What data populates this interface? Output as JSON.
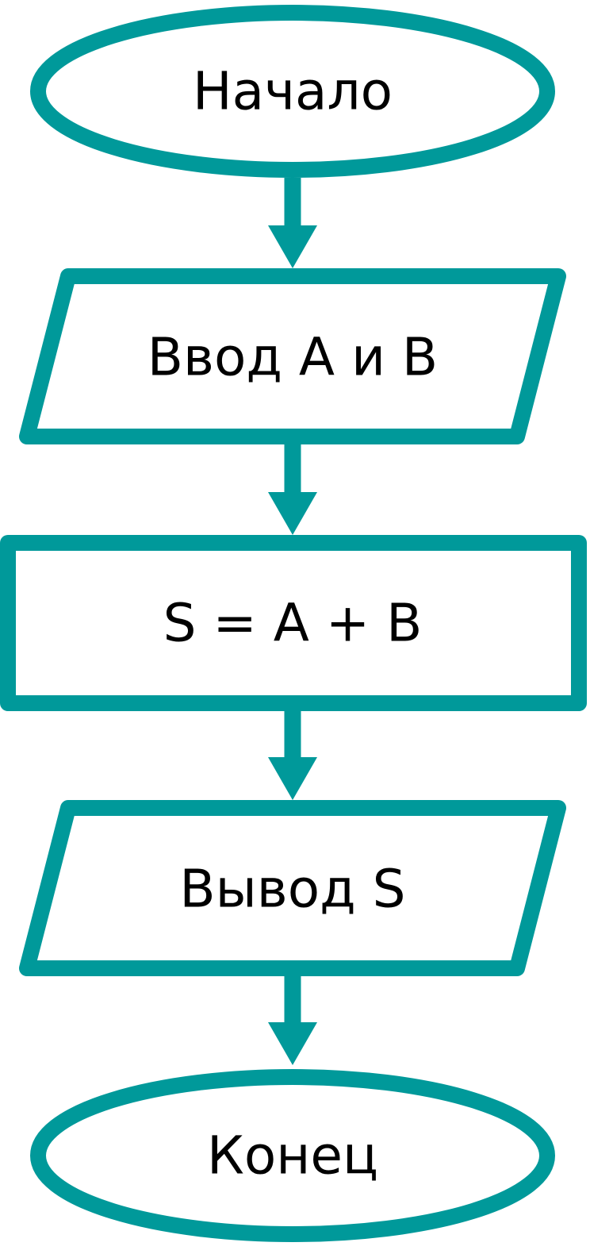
{
  "diagram": {
    "type": "flowchart",
    "colors": {
      "stroke": "#00999a",
      "fill": "#ffffff",
      "text": "#000000"
    },
    "nodes": [
      {
        "id": "start",
        "shape": "terminator",
        "label": "Начало"
      },
      {
        "id": "input",
        "shape": "input-output",
        "label": "Ввод А и В"
      },
      {
        "id": "process",
        "shape": "process",
        "label": "S = A + B"
      },
      {
        "id": "output",
        "shape": "input-output",
        "label": "Вывод S"
      },
      {
        "id": "end",
        "shape": "terminator",
        "label": "Конец"
      }
    ],
    "edges": [
      {
        "from": "start",
        "to": "input"
      },
      {
        "from": "input",
        "to": "process"
      },
      {
        "from": "process",
        "to": "output"
      },
      {
        "from": "output",
        "to": "end"
      }
    ]
  }
}
